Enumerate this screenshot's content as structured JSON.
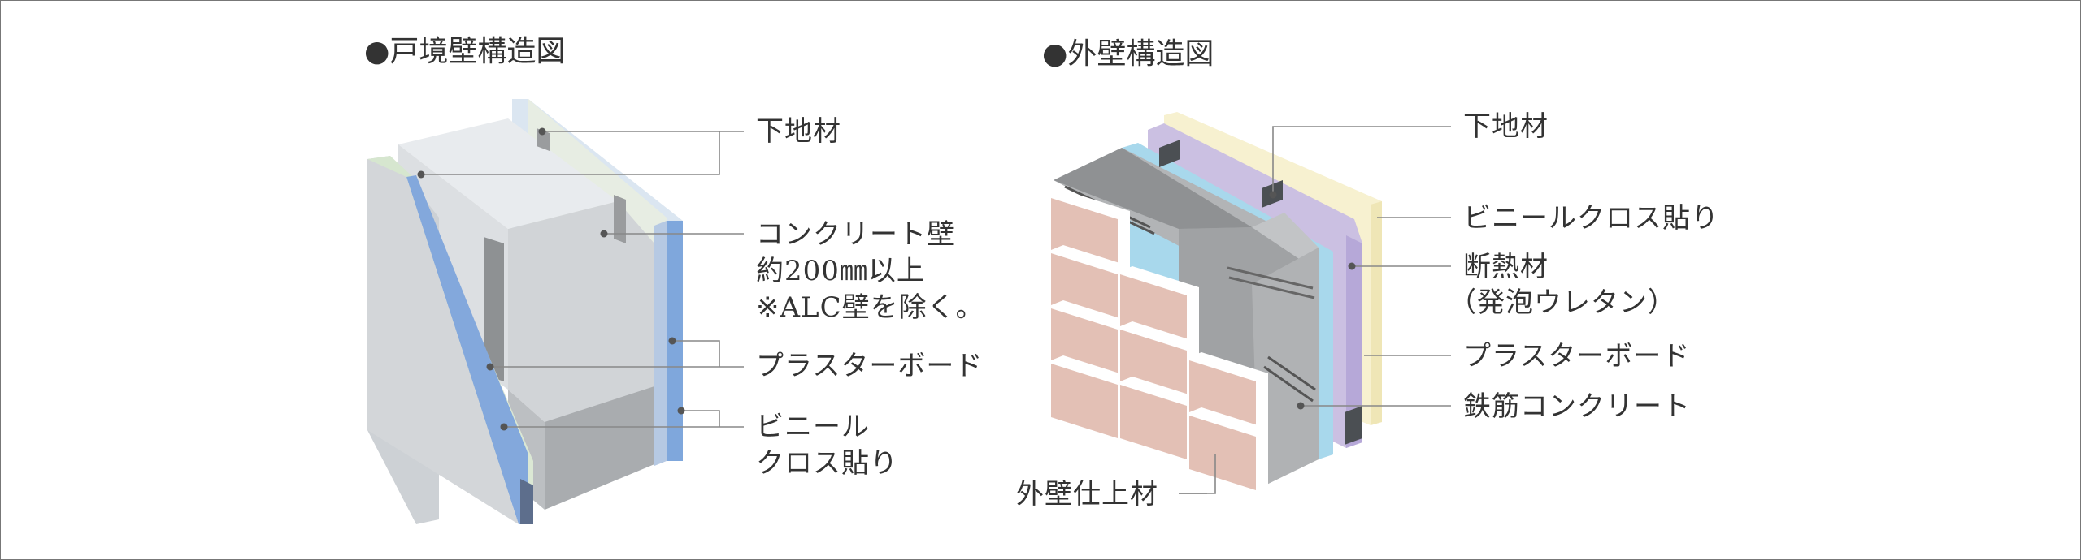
{
  "left_panel": {
    "title": "●戸境壁構造図",
    "labels": {
      "base_material": "下地材",
      "concrete_wall_1": "コンクリート壁",
      "concrete_wall_2": "約200㎜以上",
      "concrete_wall_3": "※ALC壁を除く。",
      "plaster_board": "プラスターボード",
      "vinyl_cloth_1": "ビニール",
      "vinyl_cloth_2": "クロス貼り"
    }
  },
  "right_panel": {
    "title": "●外壁構造図",
    "labels": {
      "base_material": "下地材",
      "vinyl_cloth": "ビニールクロス貼り",
      "insulation_1": "断熱材",
      "insulation_2": "（発泡ウレタン）",
      "plaster_board": "プラスターボード",
      "reinforced_concrete": "鉄筋コンクリート",
      "exterior_finish": "外壁仕上材"
    }
  },
  "colors": {
    "concrete_light": "#e6e8ea",
    "concrete_mid": "#c9cbcd",
    "concrete_dark": "#a7a9ab",
    "blue_layer": "#8fb2de",
    "green_layer": "#d9e6d2",
    "tile": "#e5c2b7",
    "insulation": "#c9bfe0",
    "cream": "#f6f0cf",
    "sky_blue": "#a9d8ec"
  }
}
